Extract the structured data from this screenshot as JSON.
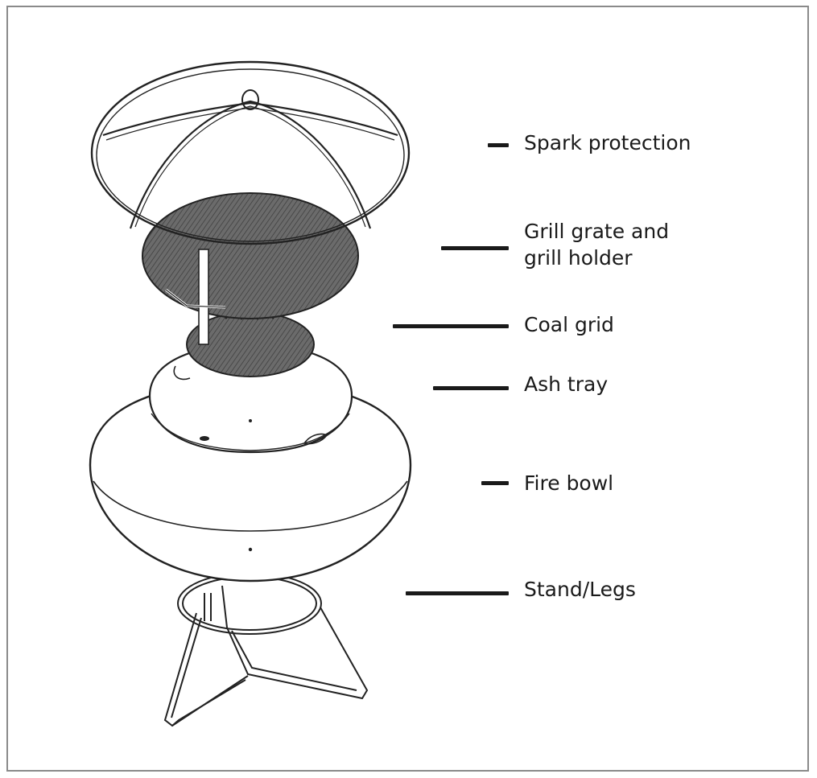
{
  "parts": [
    {
      "id": "spark-protection",
      "lines": [
        "Spark protection"
      ]
    },
    {
      "id": "grill-grate",
      "lines": [
        "Grill grate and",
        "grill holder"
      ]
    },
    {
      "id": "coal-grid",
      "lines": [
        "Coal grid"
      ]
    },
    {
      "id": "ash-tray",
      "lines": [
        "Ash tray"
      ]
    },
    {
      "id": "fire-bowl",
      "lines": [
        "Fire bowl"
      ]
    },
    {
      "id": "stand-legs",
      "lines": [
        "Stand/Legs"
      ]
    }
  ],
  "colors": {
    "ink": "#1a1a1a",
    "border": "#8a8a8a",
    "mesh": "#5a5a5a"
  }
}
